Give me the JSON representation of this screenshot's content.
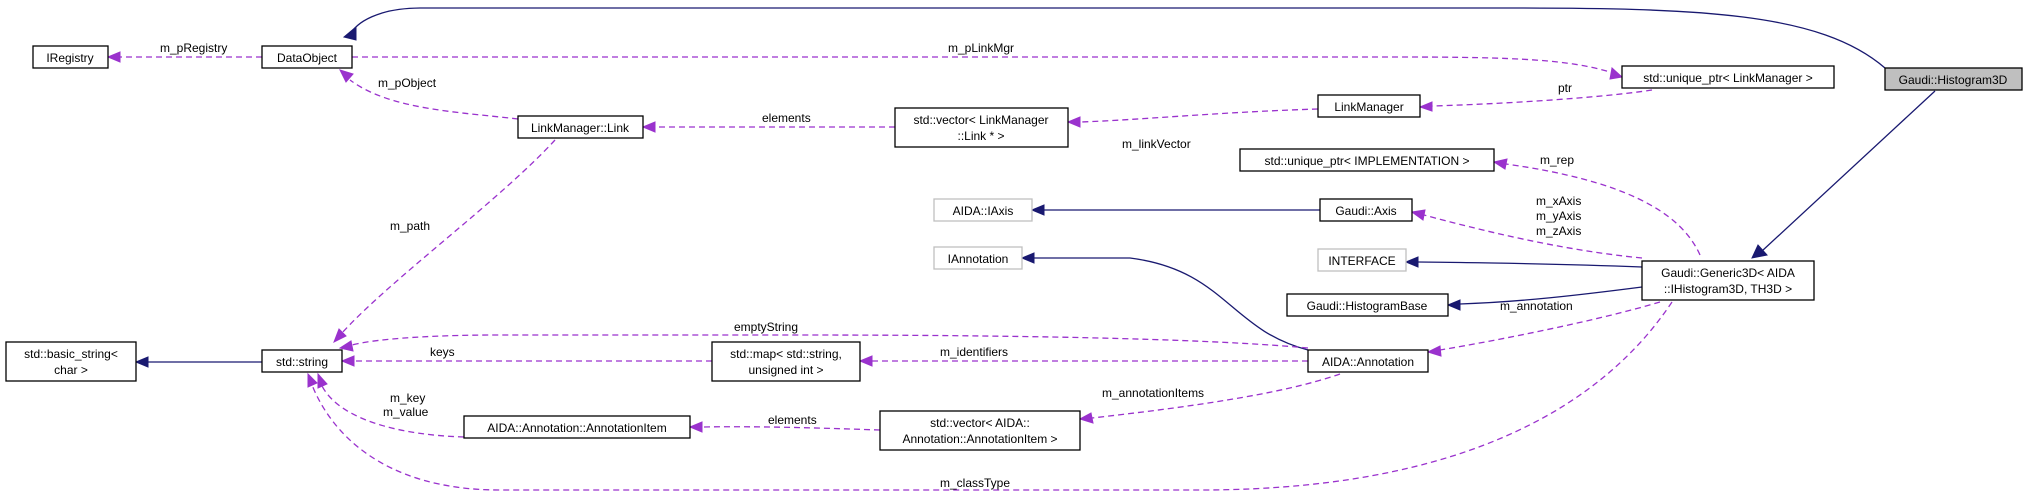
{
  "nodes": {
    "histogram3d": "Gaudi::Histogram3D",
    "iregistry": "IRegistry",
    "dataobject": "DataObject",
    "unique_ptr_linkmanager": "std::unique_ptr< LinkManager >",
    "linkmanager": "LinkManager",
    "linkmanager_link": "LinkManager::Link",
    "vector_link_line1": "std::vector< LinkManager",
    "vector_link_line2": "::Link * >",
    "unique_ptr_impl": "std::unique_ptr< IMPLEMENTATION >",
    "aida_iaxis": "AIDA::IAxis",
    "gaudi_axis": "Gaudi::Axis",
    "iannotation": "IAnnotation",
    "interface": "INTERFACE",
    "generic3d_line1": "Gaudi::Generic3D< AIDA",
    "generic3d_line2": "::IHistogram3D, TH3D >",
    "histogrambase": "Gaudi::HistogramBase",
    "basic_string_line1": "std::basic_string<",
    "basic_string_line2": "char >",
    "std_string": "std::string",
    "std_map_line1": "std::map< std::string,",
    "std_map_line2": "unsigned int >",
    "aida_annotation": "AIDA::Annotation",
    "annotation_item": "AIDA::Annotation::AnnotationItem",
    "vector_annotation_line1": "std::vector< AIDA::",
    "vector_annotation_line2": "Annotation::AnnotationItem >"
  },
  "edge_labels": {
    "m_pRegistry": "m_pRegistry",
    "m_pLinkMgr": "m_pLinkMgr",
    "ptr": "ptr",
    "m_pObject": "m_pObject",
    "elements_link": "elements",
    "m_linkVector": "m_linkVector",
    "m_rep": "m_rep",
    "m_path": "m_path",
    "m_xAxis": "m_xAxis",
    "m_yAxis": "m_yAxis",
    "m_zAxis": "m_zAxis",
    "emptyString": "emptyString",
    "m_annotation": "m_annotation",
    "keys": "keys",
    "m_identifiers": "m_identifiers",
    "m_key": "m_key",
    "m_value": "m_value",
    "elements_annotation": "elements",
    "m_annotationItems": "m_annotationItems",
    "m_classType": "m_classType"
  },
  "colors": {
    "inheritance_edge": "#191970",
    "usage_edge": "#9a32cd",
    "focus_node_fill": "#bfbfbf",
    "external_node_border": "#bfbfbf"
  }
}
